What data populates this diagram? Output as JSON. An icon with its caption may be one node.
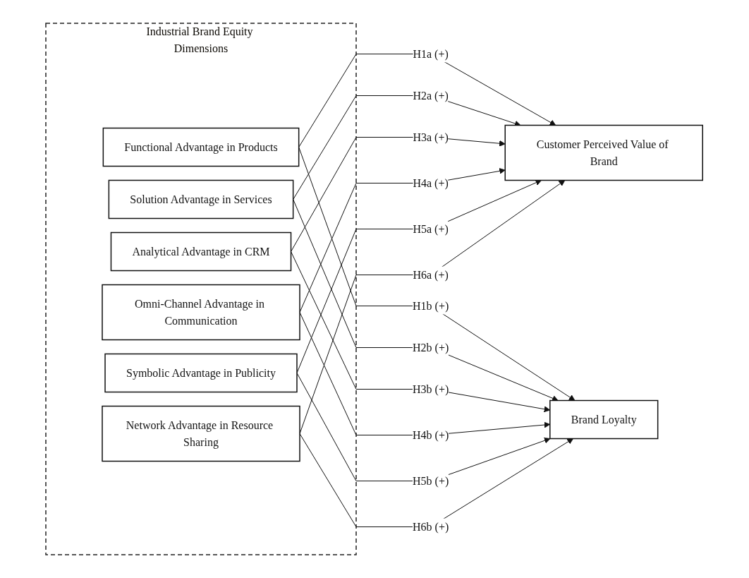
{
  "diagram": {
    "nodes": [
      {
        "text": [
          "Industrial Brand Equity Dimensions"
        ]
      },
      {
        "text": [
          "Functional Advantage in Products"
        ],
        "in": 0
      },
      {
        "text": [
          "Solution Advantage in Services"
        ],
        "in": 0
      },
      {
        "text": [
          "Analytical Advantage in CRM"
        ],
        "in": 0
      },
      {
        "text": [
          "Omni-Channel Advantage in Communication"
        ],
        "in": 0
      },
      {
        "text": [
          "Symbolic Advantage in Publicity"
        ],
        "in": 0
      },
      {
        "text": [
          "Network Advantage in Resource Sharing"
        ],
        "in": 0
      },
      {
        "text": [
          "Customer Perceived Value of Brand"
        ]
      },
      {
        "text": [
          "Brand Loyalty"
        ]
      }
    ],
    "edges": [
      {
        "from": 1,
        "to": 7,
        "arrow": "to",
        "label": "H1a (+)"
      },
      {
        "from": 1,
        "to": 8,
        "arrow": "to",
        "label": "H1b (+)"
      },
      {
        "from": 2,
        "to": 7,
        "arrow": "to",
        "label": "H2a (+)"
      },
      {
        "from": 2,
        "to": 8,
        "arrow": "to",
        "label": "H2b (+)"
      },
      {
        "from": 3,
        "to": 7,
        "arrow": "to",
        "label": "H3a (+)"
      },
      {
        "from": 3,
        "to": 8,
        "arrow": "to",
        "label": "H3b (+)"
      },
      {
        "from": 4,
        "to": 7,
        "arrow": "to",
        "label": "H4a (+)"
      },
      {
        "from": 4,
        "to": 8,
        "arrow": "to",
        "label": "H4b (+)"
      },
      {
        "from": 5,
        "to": 7,
        "arrow": "to",
        "label": "H5a (+)"
      },
      {
        "from": 5,
        "to": 8,
        "arrow": "to",
        "label": "H5b (+)"
      },
      {
        "from": 6,
        "to": 7,
        "arrow": "to",
        "label": "H6a (+)"
      },
      {
        "from": 6,
        "to": 8,
        "arrow": "to",
        "label": "H6b (+)"
      }
    ]
  }
}
